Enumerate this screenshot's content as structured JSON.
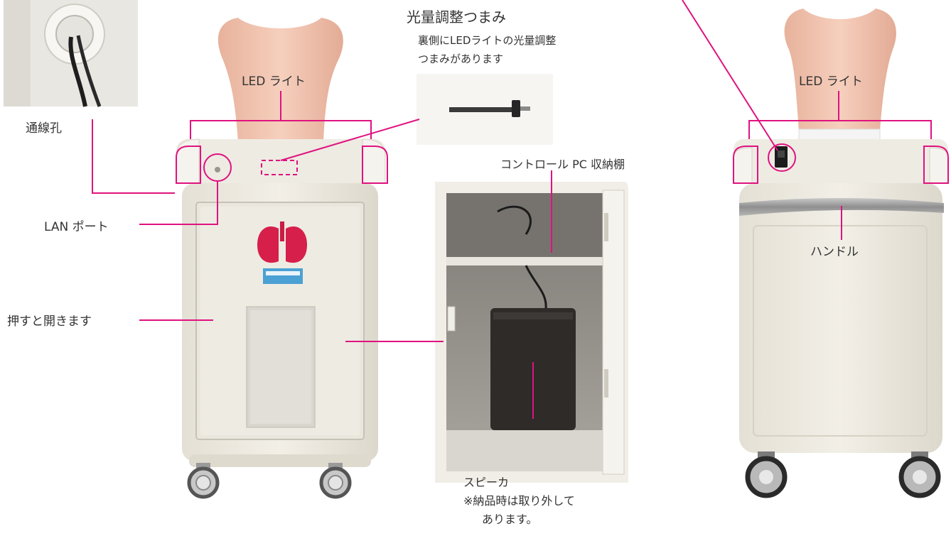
{
  "labels": {
    "wiring_hole": "通線孔",
    "led_light_left": "LED ライト",
    "lan_port": "LAN ポート",
    "push_to_open": "押すと開きます",
    "dimmer_knob_title": "光量調整つまみ",
    "dimmer_knob_desc_1": "裏側にLEDライトの光量調整",
    "dimmer_knob_desc_2": "つまみがあります",
    "control_pc_shelf": "コントロール PC 収納棚",
    "speaker": "スピーカ",
    "speaker_note_1": "※納品時は取り外して",
    "speaker_note_2": "あります。",
    "led_light_right": "LED ライト",
    "handle": "ハンドル"
  },
  "colors": {
    "accent": "#e0127f",
    "cabinet": "#ece9df",
    "cabinet_dark": "#d8d4c8",
    "torso": "#f0c2ad",
    "lung": "#d61f4a",
    "speaker_box": "#2e2b29",
    "interior": "#8e8a83"
  }
}
